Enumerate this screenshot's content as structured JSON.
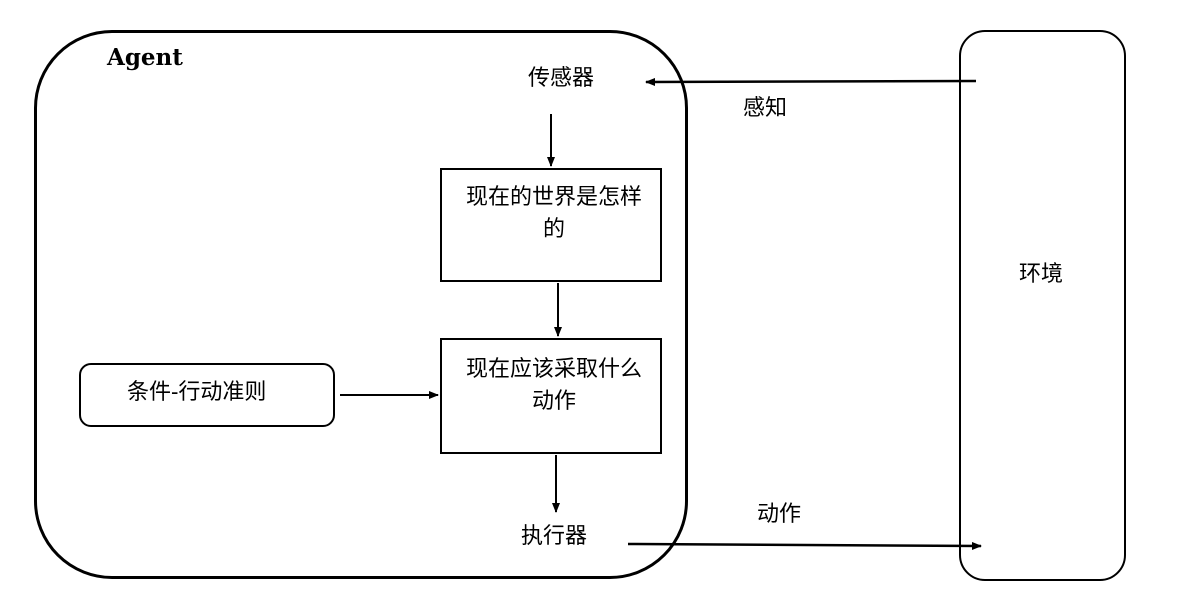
{
  "agent": {
    "label": "Agent",
    "sensor": "传感器",
    "state_box": "现在的世界是怎样的",
    "action_box": "现在应该采取什么动作",
    "rules": "条件-行动准则",
    "actuator": "执行器"
  },
  "environment": {
    "label": "环境"
  },
  "edges": {
    "perception": "感知",
    "action": "动作"
  }
}
